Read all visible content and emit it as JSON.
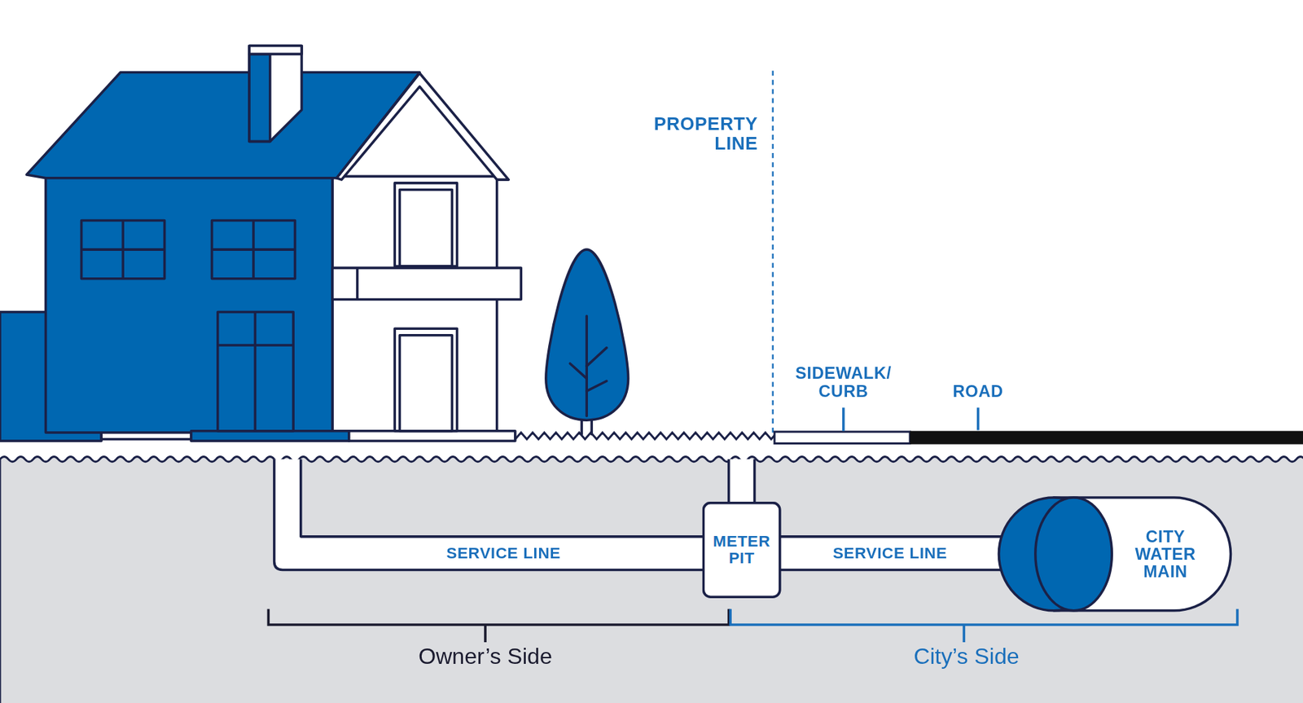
{
  "diagram": {
    "nodes": [
      {
        "text": [
          "SERVICE LINE"
        ]
      },
      {
        "text": [
          "METER PIT"
        ]
      },
      {
        "text": [
          "SERVICE LINE"
        ]
      },
      {
        "text": [
          "CITY WATER MAIN"
        ]
      }
    ],
    "labels": [
      "PROPERTY LINE",
      "SIDEWALK/ CURB",
      "ROAD",
      "Owner’s Side",
      "City’s Side"
    ]
  }
}
